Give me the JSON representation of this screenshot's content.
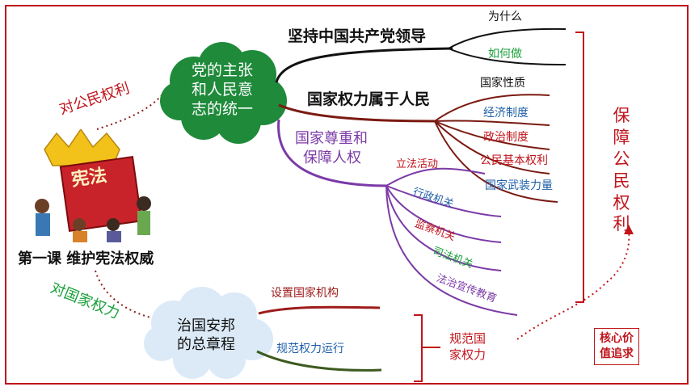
{
  "course_title": "第一课  维护宪法权威",
  "constitution_label": "宪法",
  "left_arrows": {
    "to_rights": "对公民权利",
    "to_power": "对国家权力"
  },
  "top_cloud": [
    "党的主张",
    "和人民意",
    "志的统一"
  ],
  "bottom_cloud": [
    "治国安邦",
    "的总章程"
  ],
  "branches": {
    "party_leadership": {
      "label": "坚持中国共产党领导",
      "children": [
        "为什么",
        "如何做"
      ]
    },
    "power_to_people": {
      "label": "国家权力属于人民",
      "children": [
        "国家性质",
        "经济制度",
        "政治制度",
        "公民基本权利",
        "国家武装力量"
      ]
    },
    "human_rights": {
      "label": [
        "国家尊重和",
        "保障人权"
      ],
      "children": [
        "立法活动",
        "行政机关",
        "监察机关",
        "司法机关",
        "法治宣传教育"
      ]
    },
    "set_organs": "设置国家机构",
    "regulate_operation": "规范权力运行",
    "regulate_power": [
      "规范国",
      "家权力"
    ]
  },
  "right_vertical": [
    "保",
    "障",
    "公",
    "民",
    "权",
    "利"
  ],
  "core_value": [
    "核心价",
    "值追求"
  ],
  "colors": {
    "frame": "#c0141b",
    "black_branch": "#111111",
    "brown_branch": "#7a1a12",
    "purple_branch": "#7b3aa6",
    "red_branch": "#9e1b1b",
    "green_branch": "#3d5a1f",
    "cloud_green": "#1e8a3a",
    "bubble_blue": "#dce9f7",
    "green_text": "#1aa03a",
    "blue_text": "#1f5fa8",
    "red_text": "#c0141b",
    "purple_text": "#7b3aa6"
  }
}
